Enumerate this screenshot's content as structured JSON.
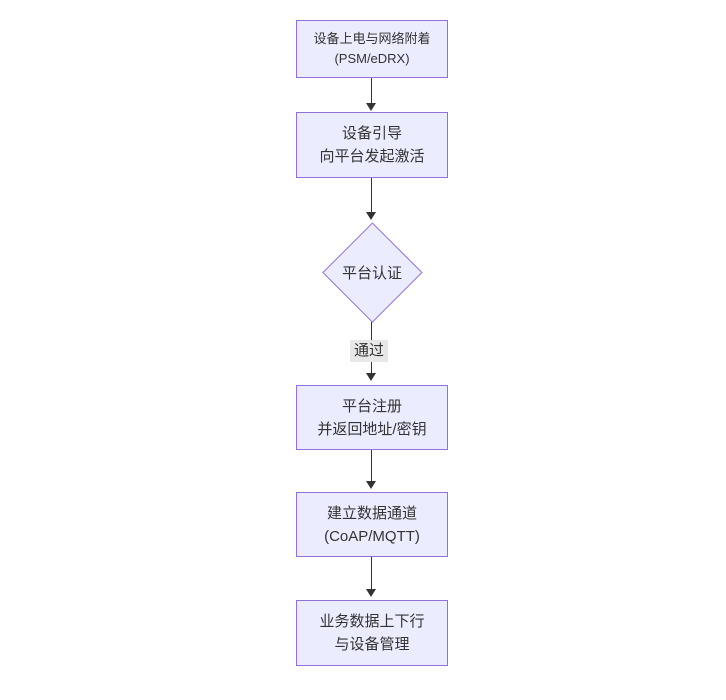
{
  "diagram": {
    "type": "flowchart",
    "direction": "top-down",
    "colors": {
      "background": "#ffffff",
      "node_fill": "#ECECFF",
      "node_border": "#9370DB",
      "edge": "#333333",
      "text": "#333333",
      "edge_label_bg": "#e8e8e8"
    },
    "nodes": [
      {
        "id": "power-attach",
        "shape": "rect",
        "line1": "设备上电与网络附着",
        "line2": "(PSM/eDRX)"
      },
      {
        "id": "bootstrap-activate",
        "shape": "rect",
        "line1": "设备引导",
        "line2": "向平台发起激活"
      },
      {
        "id": "platform-auth",
        "shape": "diamond",
        "line1": "平台认证",
        "line2": ""
      },
      {
        "id": "platform-register",
        "shape": "rect",
        "line1": "平台注册",
        "line2": "并返回地址/密钥"
      },
      {
        "id": "data-channel",
        "shape": "rect",
        "line1": "建立数据通道",
        "line2": "(CoAP/MQTT)"
      },
      {
        "id": "business-data",
        "shape": "rect",
        "line1": "业务数据上下行",
        "line2": "与设备管理"
      }
    ],
    "edges": [
      {
        "from": "power-attach",
        "to": "bootstrap-activate",
        "label": ""
      },
      {
        "from": "bootstrap-activate",
        "to": "platform-auth",
        "label": ""
      },
      {
        "from": "platform-auth",
        "to": "platform-register",
        "label": "通过"
      },
      {
        "from": "platform-register",
        "to": "data-channel",
        "label": ""
      },
      {
        "from": "data-channel",
        "to": "business-data",
        "label": ""
      }
    ]
  }
}
